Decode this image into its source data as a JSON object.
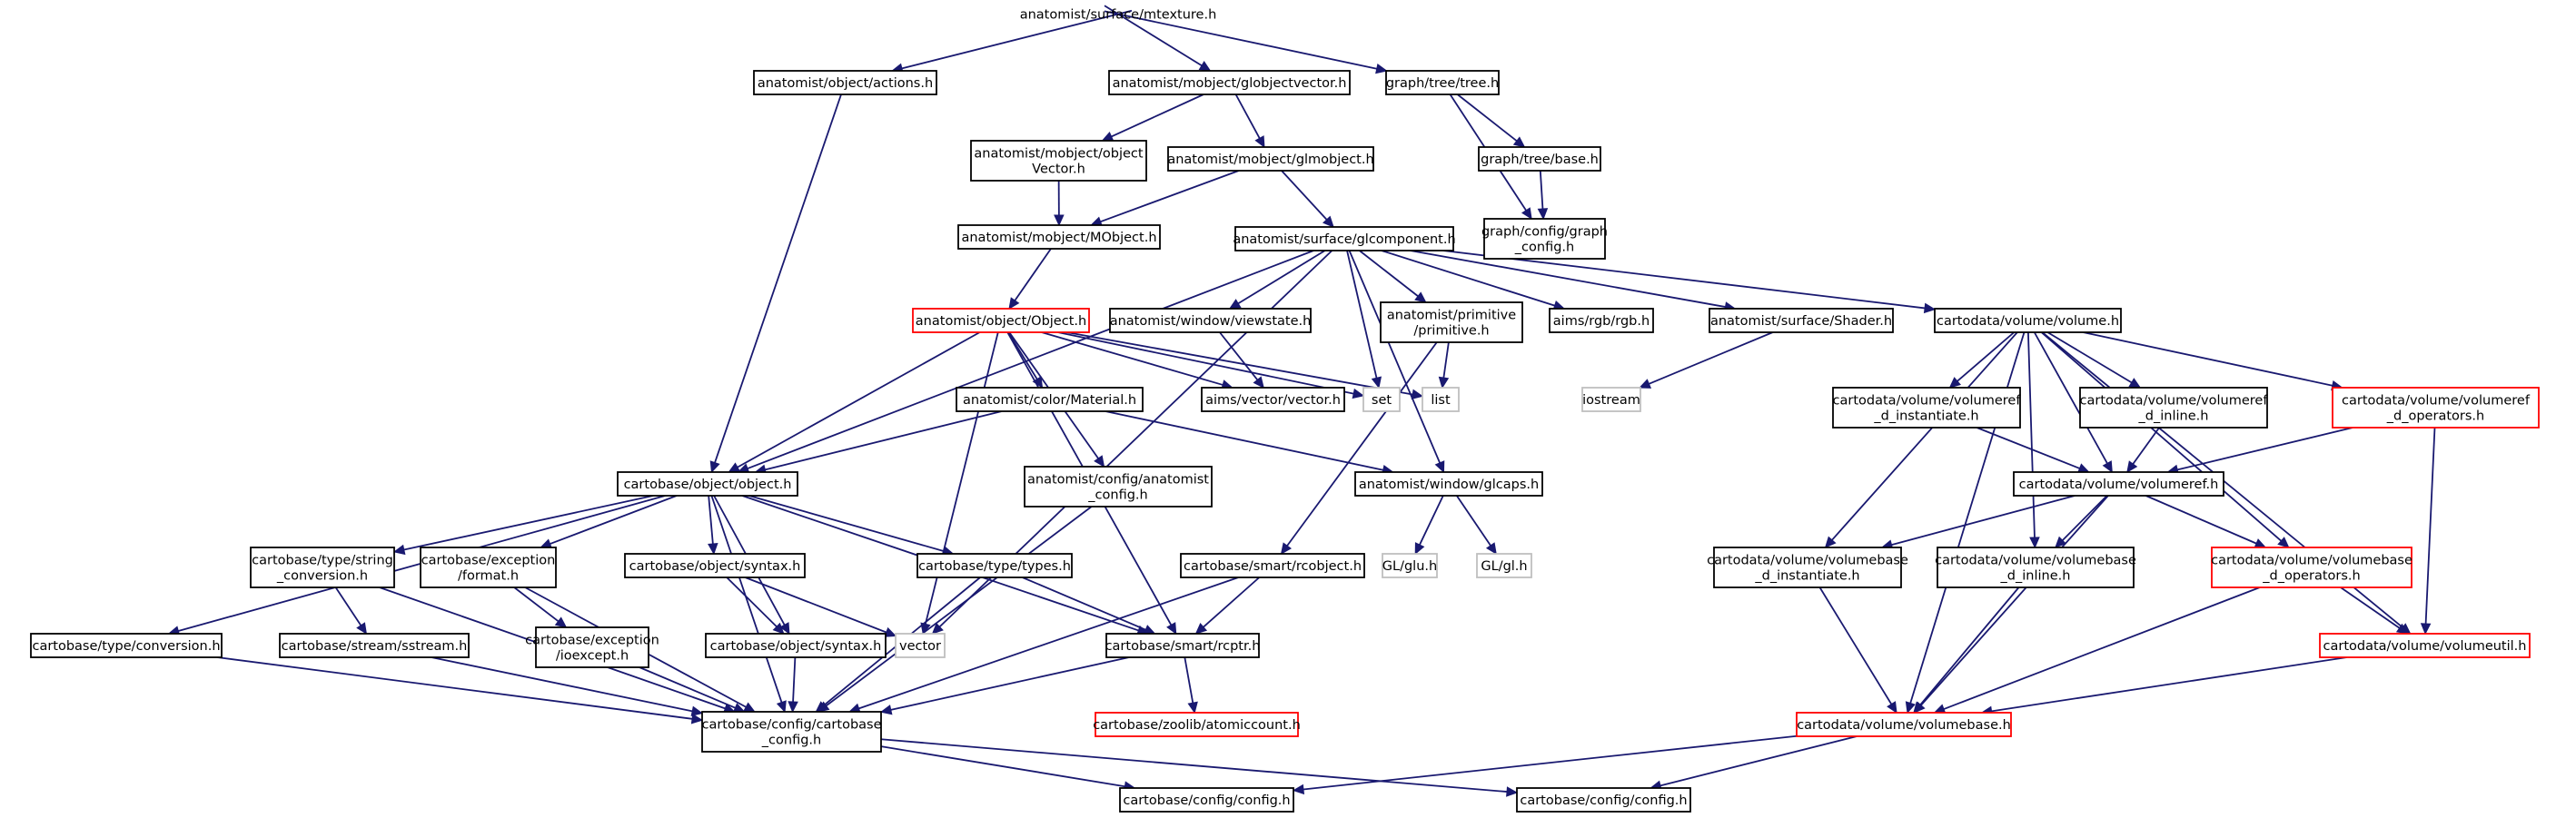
{
  "nodes": [
    {
      "id": "mtexture",
      "lines": [
        "anatomist/surface/mtexture.h"
      ],
      "style": "root"
    },
    {
      "id": "actions",
      "lines": [
        "anatomist/object/actions.h"
      ],
      "style": "normal"
    },
    {
      "id": "globjectvector",
      "lines": [
        "anatomist/mobject/globjectvector.h"
      ],
      "style": "normal"
    },
    {
      "id": "tree",
      "lines": [
        "graph/tree/tree.h"
      ],
      "style": "normal"
    },
    {
      "id": "objectvector",
      "lines": [
        "anatomist/mobject/object",
        "Vector.h"
      ],
      "style": "normal"
    },
    {
      "id": "glmobject",
      "lines": [
        "anatomist/mobject/glmobject.h"
      ],
      "style": "normal"
    },
    {
      "id": "base",
      "lines": [
        "graph/tree/base.h"
      ],
      "style": "normal"
    },
    {
      "id": "graphconfig",
      "lines": [
        "graph/config/graph",
        "_config.h"
      ],
      "style": "normal"
    },
    {
      "id": "mobject",
      "lines": [
        "anatomist/mobject/MObject.h"
      ],
      "style": "normal"
    },
    {
      "id": "glcomponent",
      "lines": [
        "anatomist/surface/glcomponent.h"
      ],
      "style": "normal"
    },
    {
      "id": "objecth",
      "lines": [
        "anatomist/object/Object.h"
      ],
      "style": "red"
    },
    {
      "id": "viewstate",
      "lines": [
        "anatomist/window/viewstate.h"
      ],
      "style": "normal"
    },
    {
      "id": "primitive",
      "lines": [
        "anatomist/primitive",
        "/primitive.h"
      ],
      "style": "normal"
    },
    {
      "id": "rgb",
      "lines": [
        "aims/rgb/rgb.h"
      ],
      "style": "normal"
    },
    {
      "id": "shader",
      "lines": [
        "anatomist/surface/Shader.h"
      ],
      "style": "normal"
    },
    {
      "id": "volumeh",
      "lines": [
        "cartodata/volume/volume.h"
      ],
      "style": "normal"
    },
    {
      "id": "vectorh",
      "lines": [
        "aims/vector/vector.h"
      ],
      "style": "normal"
    },
    {
      "id": "set",
      "lines": [
        "set"
      ],
      "style": "gray"
    },
    {
      "id": "list",
      "lines": [
        "list"
      ],
      "style": "gray"
    },
    {
      "id": "iostream",
      "lines": [
        "iostream"
      ],
      "style": "gray"
    },
    {
      "id": "material",
      "lines": [
        "anatomist/color/Material.h"
      ],
      "style": "normal"
    },
    {
      "id": "volumeref_inst",
      "lines": [
        "cartodata/volume/volumeref",
        "_d_instantiate.h"
      ],
      "style": "normal"
    },
    {
      "id": "volumeref_inline",
      "lines": [
        "cartodata/volume/volumeref",
        "_d_inline.h"
      ],
      "style": "normal"
    },
    {
      "id": "volumeref_ops",
      "lines": [
        "cartodata/volume/volumeref",
        "_d_operators.h"
      ],
      "style": "red"
    },
    {
      "id": "objectobject",
      "lines": [
        "cartobase/object/object.h"
      ],
      "style": "normal"
    },
    {
      "id": "anatconfig",
      "lines": [
        "anatomist/config/anatomist",
        "_config.h"
      ],
      "style": "normal"
    },
    {
      "id": "glcaps",
      "lines": [
        "anatomist/window/glcaps.h"
      ],
      "style": "normal"
    },
    {
      "id": "volumeref",
      "lines": [
        "cartodata/volume/volumeref.h"
      ],
      "style": "normal"
    },
    {
      "id": "stringconv",
      "lines": [
        "cartobase/type/string",
        "_conversion.h"
      ],
      "style": "normal"
    },
    {
      "id": "format",
      "lines": [
        "cartobase/exception",
        "/format.h"
      ],
      "style": "normal"
    },
    {
      "id": "syntax1",
      "lines": [
        "cartobase/object/syntax.h"
      ],
      "style": "normal"
    },
    {
      "id": "types",
      "lines": [
        "cartobase/type/types.h"
      ],
      "style": "normal"
    },
    {
      "id": "rcobject",
      "lines": [
        "cartobase/smart/rcobject.h"
      ],
      "style": "normal"
    },
    {
      "id": "glu",
      "lines": [
        "GL/glu.h"
      ],
      "style": "gray"
    },
    {
      "id": "gl",
      "lines": [
        "GL/gl.h"
      ],
      "style": "gray"
    },
    {
      "id": "volbase_inst",
      "lines": [
        "cartodata/volume/volumebase",
        "_d_instantiate.h"
      ],
      "style": "normal"
    },
    {
      "id": "volbase_inline",
      "lines": [
        "cartodata/volume/volumebase",
        "_d_inline.h"
      ],
      "style": "normal"
    },
    {
      "id": "volbase_ops",
      "lines": [
        "cartodata/volume/volumebase",
        "_d_operators.h"
      ],
      "style": "red"
    },
    {
      "id": "conversion",
      "lines": [
        "cartobase/type/conversion.h"
      ],
      "style": "normal"
    },
    {
      "id": "sstream",
      "lines": [
        "cartobase/stream/sstream.h"
      ],
      "style": "normal"
    },
    {
      "id": "ioexcept",
      "lines": [
        "cartobase/exception",
        "/ioexcept.h"
      ],
      "style": "normal"
    },
    {
      "id": "syntax2",
      "lines": [
        "cartobase/object/syntax.h"
      ],
      "style": "normal"
    },
    {
      "id": "vector",
      "lines": [
        "vector"
      ],
      "style": "gray"
    },
    {
      "id": "rcptr",
      "lines": [
        "cartobase/smart/rcptr.h"
      ],
      "style": "normal"
    },
    {
      "id": "volumeutil",
      "lines": [
        "cartodata/volume/volumeutil.h"
      ],
      "style": "red"
    },
    {
      "id": "cartobaseconfig",
      "lines": [
        "cartobase/config/cartobase",
        "_config.h"
      ],
      "style": "normal"
    },
    {
      "id": "atomiccount",
      "lines": [
        "cartobase/zoolib/atomiccount.h"
      ],
      "style": "red"
    },
    {
      "id": "volumebase",
      "lines": [
        "cartodata/volume/volumebase.h"
      ],
      "style": "red"
    },
    {
      "id": "config1",
      "lines": [
        "cartobase/config/config.h"
      ],
      "style": "normal"
    },
    {
      "id": "config2",
      "lines": [
        "cartobase/config/config.h"
      ],
      "style": "normal"
    }
  ],
  "edges": [
    [
      "mtexture",
      "actions"
    ],
    [
      "mtexture",
      "globjectvector"
    ],
    [
      "mtexture",
      "tree"
    ],
    [
      "actions",
      "objectobject"
    ],
    [
      "globjectvector",
      "objectvector"
    ],
    [
      "globjectvector",
      "glmobject"
    ],
    [
      "tree",
      "base"
    ],
    [
      "tree",
      "graphconfig"
    ],
    [
      "base",
      "graphconfig"
    ],
    [
      "objectvector",
      "mobject"
    ],
    [
      "glmobject",
      "mobject"
    ],
    [
      "glmobject",
      "glcomponent"
    ],
    [
      "mobject",
      "objecth"
    ],
    [
      "glcomponent",
      "objectobject"
    ],
    [
      "glcomponent",
      "vector"
    ],
    [
      "glcomponent",
      "viewstate"
    ],
    [
      "glcomponent",
      "primitive"
    ],
    [
      "glcomponent",
      "set"
    ],
    [
      "glcomponent",
      "glcaps"
    ],
    [
      "glcomponent",
      "rgb"
    ],
    [
      "glcomponent",
      "shader"
    ],
    [
      "glcomponent",
      "volumeh"
    ],
    [
      "objecth",
      "objectobject"
    ],
    [
      "objecth",
      "material"
    ],
    [
      "objecth",
      "anatconfig"
    ],
    [
      "objecth",
      "vectorh"
    ],
    [
      "objecth",
      "set"
    ],
    [
      "objecth",
      "list"
    ],
    [
      "objecth",
      "vector"
    ],
    [
      "objecth",
      "rcptr"
    ],
    [
      "viewstate",
      "vectorh"
    ],
    [
      "primitive",
      "list"
    ],
    [
      "primitive",
      "rcobject"
    ],
    [
      "shader",
      "iostream"
    ],
    [
      "volumeh",
      "volumeref_inst"
    ],
    [
      "volumeh",
      "volumeref_inline"
    ],
    [
      "volumeh",
      "volumeref_ops"
    ],
    [
      "volumeh",
      "volumeref"
    ],
    [
      "volumeh",
      "volbase_inst"
    ],
    [
      "volumeh",
      "volbase_inline"
    ],
    [
      "volumeh",
      "volbase_ops"
    ],
    [
      "volumeh",
      "volumeutil"
    ],
    [
      "volumeh",
      "volumebase"
    ],
    [
      "material",
      "objectobject"
    ],
    [
      "material",
      "glcaps"
    ],
    [
      "volumeref_inst",
      "volumeref"
    ],
    [
      "volumeref_inline",
      "volumeref"
    ],
    [
      "volumeref_ops",
      "volumeref"
    ],
    [
      "volumeref_ops",
      "volumeutil"
    ],
    [
      "objectobject",
      "conversion"
    ],
    [
      "objectobject",
      "stringconv"
    ],
    [
      "objectobject",
      "format"
    ],
    [
      "objectobject",
      "syntax1"
    ],
    [
      "objectobject",
      "syntax2"
    ],
    [
      "objectobject",
      "types"
    ],
    [
      "objectobject",
      "rcptr"
    ],
    [
      "objectobject",
      "cartobaseconfig"
    ],
    [
      "anatconfig",
      "cartobaseconfig"
    ],
    [
      "glcaps",
      "glu"
    ],
    [
      "glcaps",
      "gl"
    ],
    [
      "volumeref",
      "volbase_inst"
    ],
    [
      "volumeref",
      "volbase_inline"
    ],
    [
      "volumeref",
      "volbase_ops"
    ],
    [
      "volumeref",
      "volumebase"
    ],
    [
      "stringconv",
      "sstream"
    ],
    [
      "stringconv",
      "cartobaseconfig"
    ],
    [
      "format",
      "ioexcept"
    ],
    [
      "format",
      "cartobaseconfig"
    ],
    [
      "syntax1",
      "syntax2"
    ],
    [
      "syntax1",
      "vector"
    ],
    [
      "types",
      "rcptr"
    ],
    [
      "types",
      "cartobaseconfig"
    ],
    [
      "rcobject",
      "rcptr"
    ],
    [
      "rcobject",
      "cartobaseconfig"
    ],
    [
      "volbase_inst",
      "volumebase"
    ],
    [
      "volbase_inline",
      "volumebase"
    ],
    [
      "volbase_ops",
      "volumeutil"
    ],
    [
      "volbase_ops",
      "volumebase"
    ],
    [
      "conversion",
      "cartobaseconfig"
    ],
    [
      "sstream",
      "cartobaseconfig"
    ],
    [
      "ioexcept",
      "cartobaseconfig"
    ],
    [
      "syntax2",
      "cartobaseconfig"
    ],
    [
      "rcptr",
      "cartobaseconfig"
    ],
    [
      "rcptr",
      "atomiccount"
    ],
    [
      "volumeutil",
      "volumebase"
    ],
    [
      "cartobaseconfig",
      "config1"
    ],
    [
      "cartobaseconfig",
      "config2"
    ],
    [
      "volumebase",
      "config1"
    ],
    [
      "volumebase",
      "config2"
    ]
  ]
}
